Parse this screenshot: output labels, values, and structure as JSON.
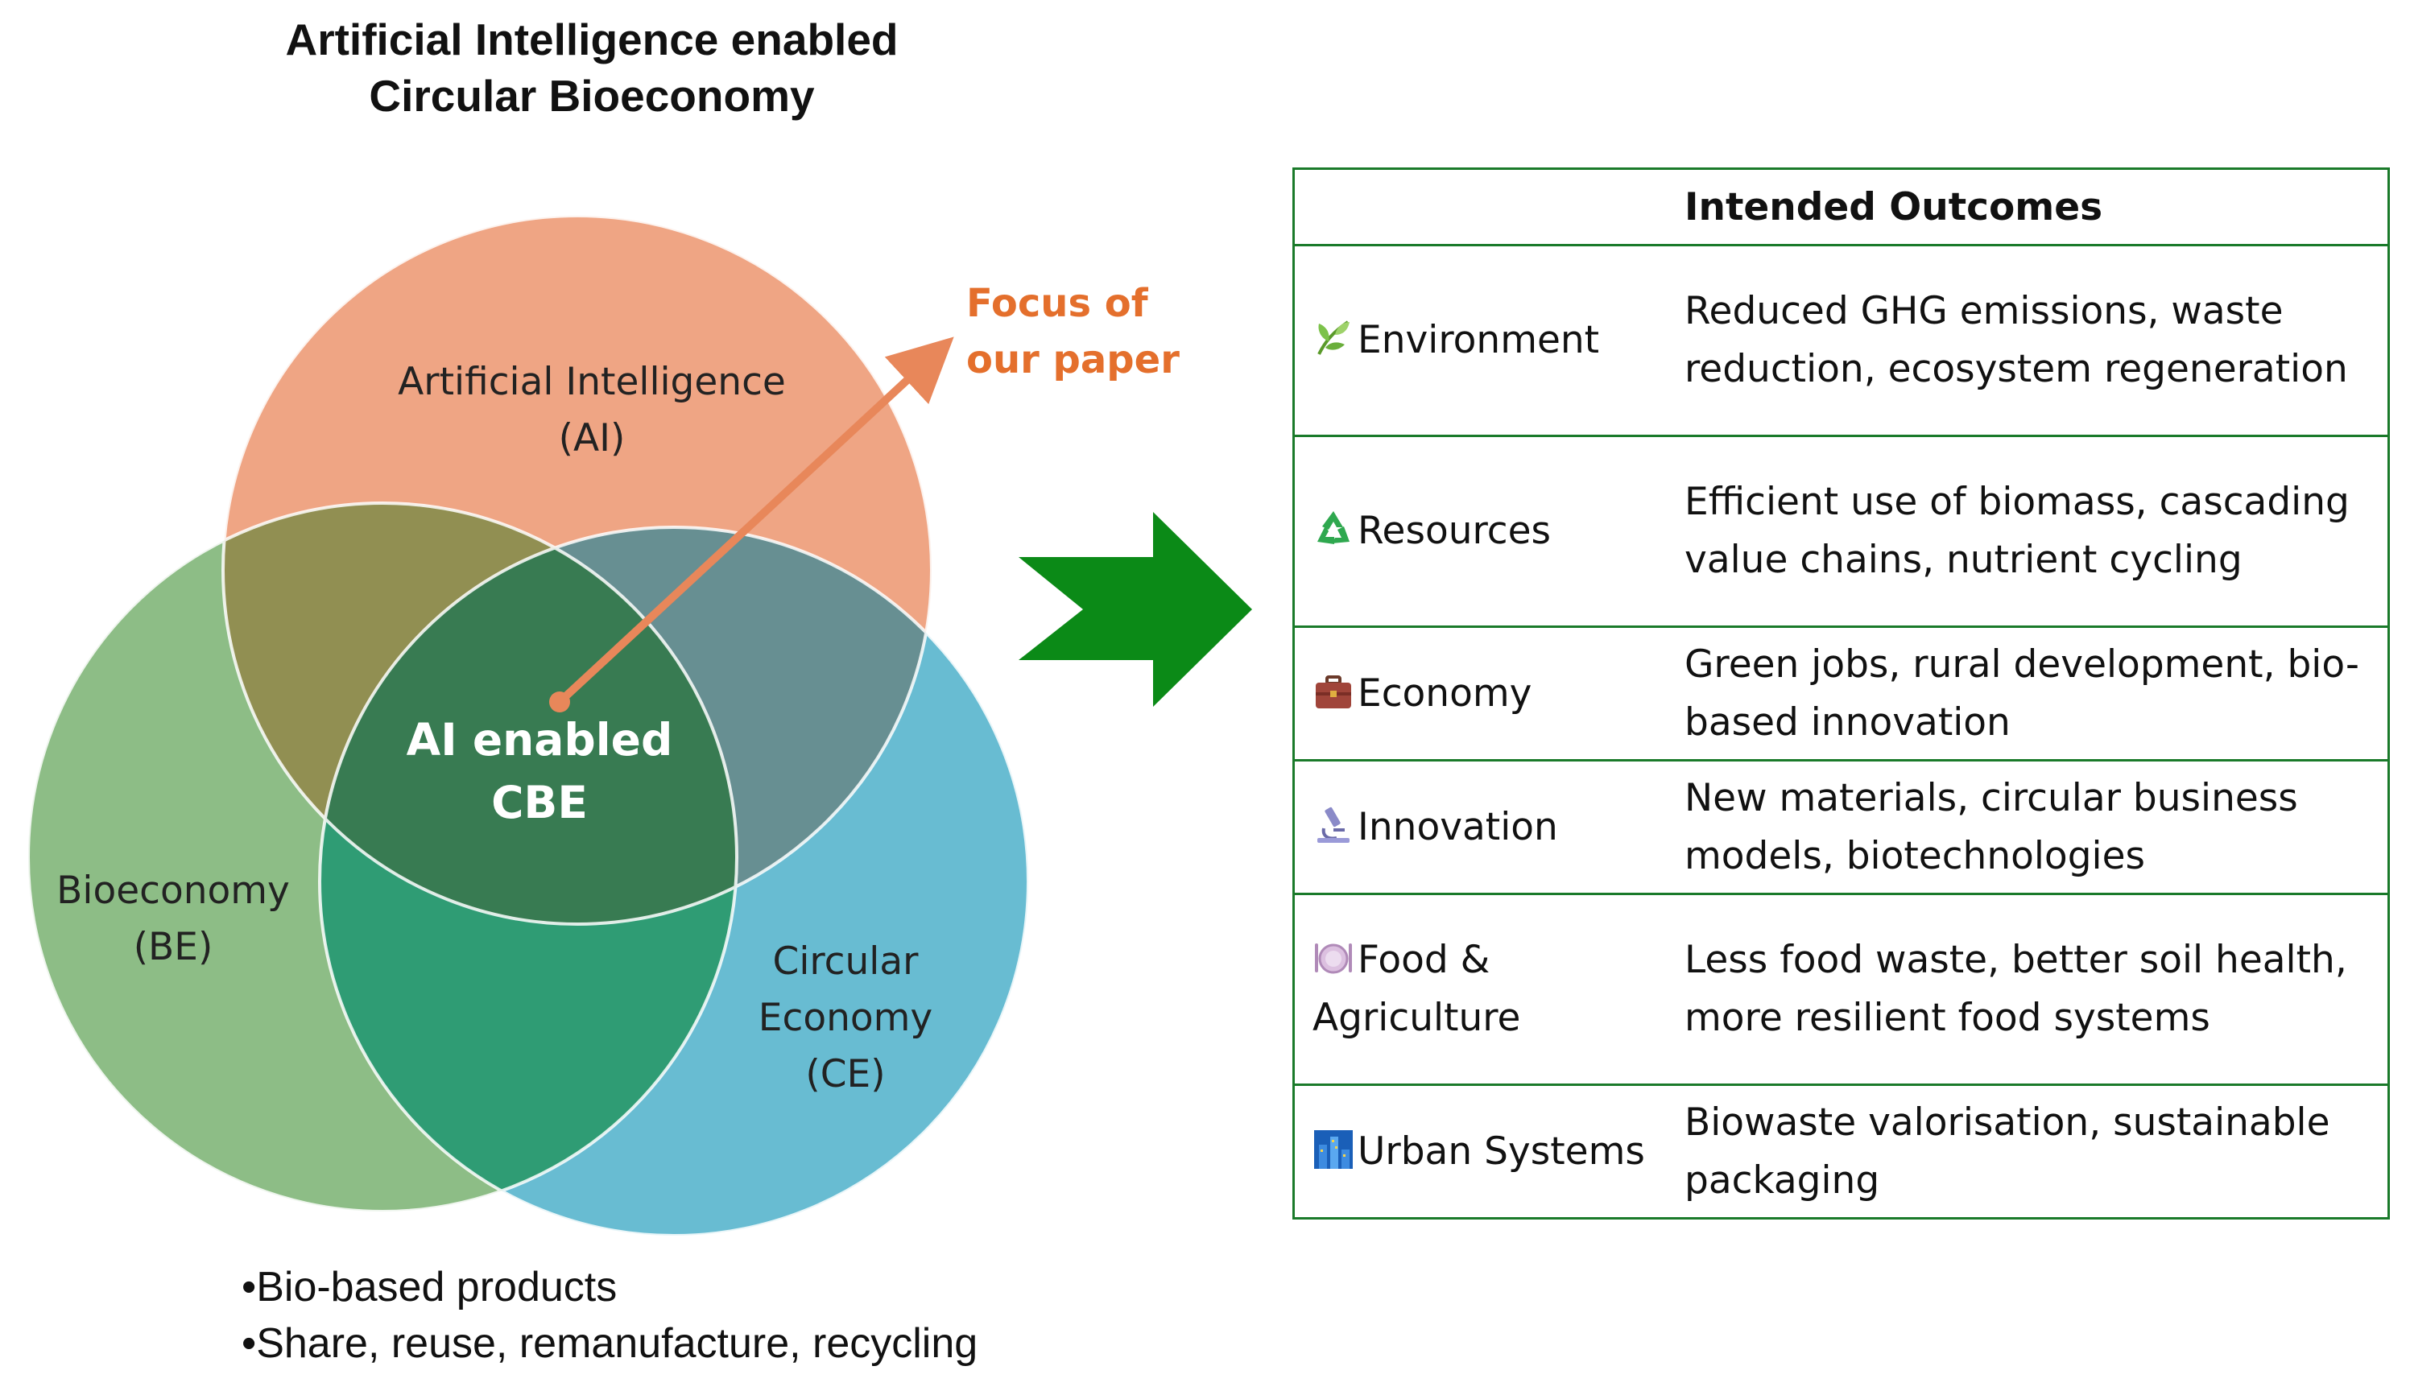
{
  "title": {
    "line1": "Artificial Intelligence enabled",
    "line2": "Circular Bioeconomy"
  },
  "venn": {
    "ai_label": "Artificial Intelligence\n(AI)",
    "be_label": "Bioeconomy\n(BE)",
    "ce_label": "Circular\nEconomy\n(CE)",
    "center_label": "AI enabled\nCBE",
    "focus_label": "Focus of\nour paper",
    "colors": {
      "ai": "#efa584",
      "be": "#8dbd86",
      "ce": "#68bcd2",
      "ai_be": "#918f52",
      "ai_ce": "#678f92",
      "be_ce": "#2f9c74",
      "center": "#387b52",
      "focus_arrow": "#e8875a"
    }
  },
  "bullets": [
    "•Bio-based products",
    "•Share, reuse, remanufacture, recycling"
  ],
  "arrow": {
    "color": "#0b8a17",
    "icon": "right-arrow"
  },
  "table": {
    "header": "Intended Outcomes",
    "rows": [
      {
        "icon": "leaf-icon",
        "domain": "Environment",
        "outcome": "Reduced GHG emissions, waste reduction, ecosystem regeneration"
      },
      {
        "icon": "recycle-icon",
        "domain": "Resources",
        "outcome": "Efficient use of biomass, cascading value chains, nutrient cycling"
      },
      {
        "icon": "briefcase-icon",
        "domain": "Economy",
        "outcome": "Green jobs, rural development, bio-based innovation"
      },
      {
        "icon": "microscope-icon",
        "domain": "Innovation",
        "outcome": "New materials, circular business models, biotechnologies"
      },
      {
        "icon": "plate-icon",
        "domain": "Food & Agriculture",
        "outcome": "Less food waste, better soil health, more resilient food systems"
      },
      {
        "icon": "city-icon",
        "domain": "Urban Systems",
        "outcome": "Biowaste valorisation, sustainable packaging"
      }
    ]
  }
}
